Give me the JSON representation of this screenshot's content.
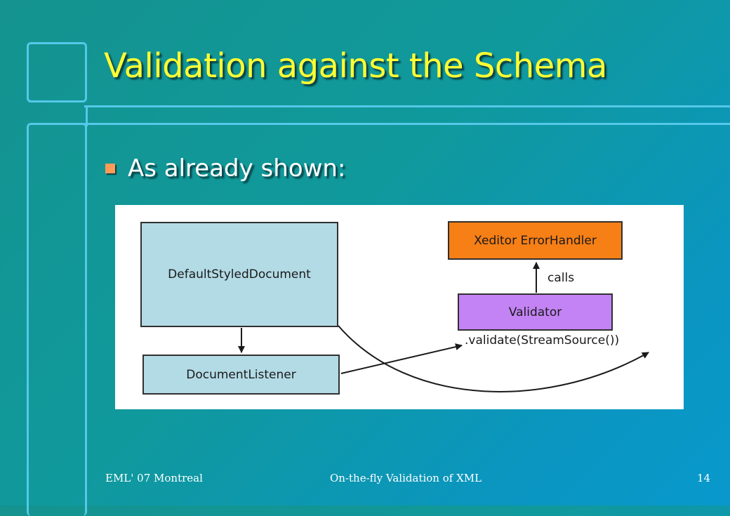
{
  "slide": {
    "title": "Validation against the Schema",
    "bullets": [
      "As already shown:"
    ]
  },
  "diagram": {
    "nodes": {
      "default_styled_document": "DefaultStyledDocument",
      "document_listener": "DocumentListener",
      "xeditor_error_handler": "Xeditor ErrorHandler",
      "validator": "Validator"
    },
    "labels": {
      "calls": "calls",
      "validate_call": ".validate(StreamSource())"
    },
    "colors": {
      "document_boxes": "#b3dbe6",
      "error_handler_box": "#f67f16",
      "validator_box": "#c383f4"
    }
  },
  "footer": {
    "left": "EML' 07 Montreal",
    "center": "On-the-fly Validation of XML",
    "page_number": "14"
  }
}
